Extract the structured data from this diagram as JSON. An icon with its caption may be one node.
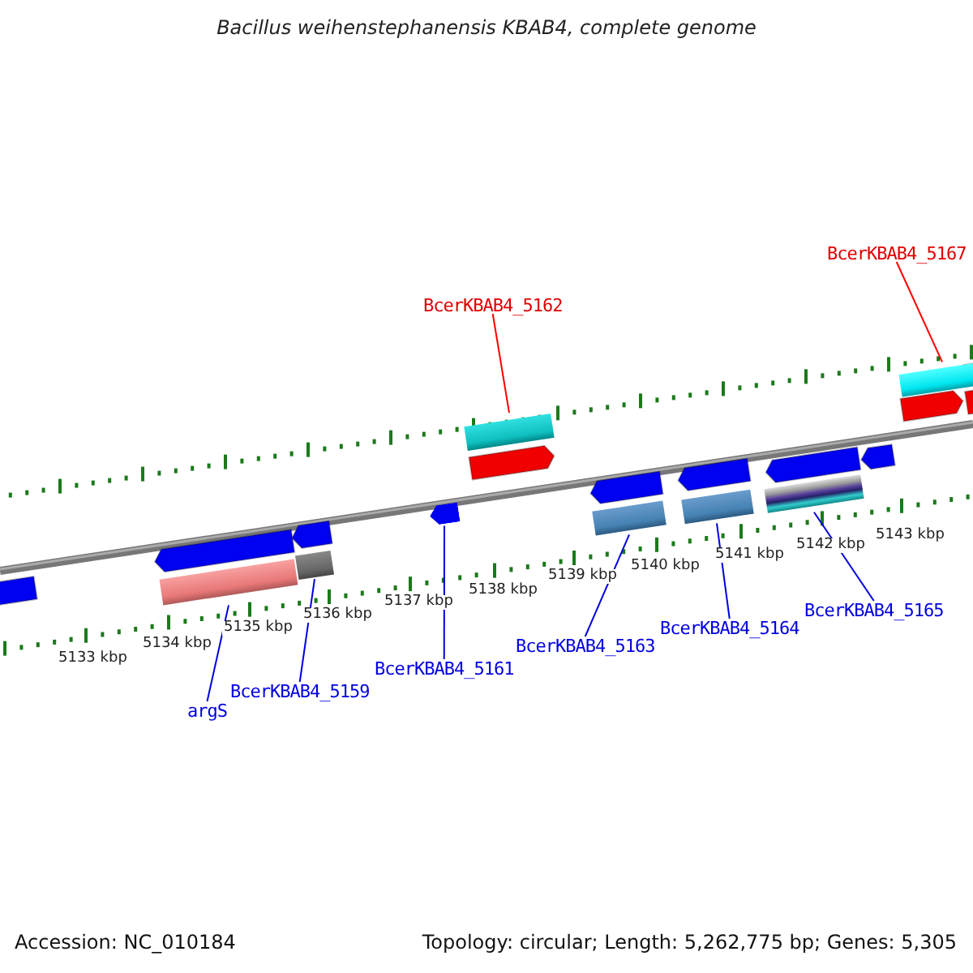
{
  "diagram": {
    "title": "Bacillus weihenstephanensis KBAB4, complete genome",
    "nodes": [
      {
        "text": [
          "BcerKBAB4_5167"
        ]
      },
      {
        "text": [
          "BcerKBAB4_5162"
        ]
      },
      {
        "text": [
          "BcerKBAB4_5165"
        ]
      },
      {
        "text": [
          "BcerKBAB4_5164"
        ]
      },
      {
        "text": [
          "BcerKBAB4_5163"
        ]
      },
      {
        "text": [
          "BcerKBAB4_5161"
        ]
      },
      {
        "text": [
          "BcerKBAB4_5159"
        ]
      },
      {
        "text": [
          "argS"
        ]
      },
      {
        "text": [],
        "shape": "bar"
      },
      {
        "text": [],
        "shape": "bar"
      },
      {
        "text": [],
        "shape": "arrow"
      },
      {
        "text": [],
        "shape": "bar"
      },
      {
        "text": [],
        "shape": "bar"
      },
      {
        "text": [],
        "shape": "bar"
      },
      {
        "text": [],
        "shape": "bar"
      },
      {
        "text": [],
        "shape": "bar"
      }
    ],
    "edges": [
      {
        "from": 0,
        "to": 15,
        "arrow": "none",
        "color": "#ff0000"
      },
      {
        "from": 1,
        "to": 11,
        "arrow": "none",
        "color": "#ff0000"
      },
      {
        "from": 2,
        "to": 14,
        "arrow": "none"
      },
      {
        "from": 3,
        "to": 13,
        "arrow": "none"
      },
      {
        "from": 4,
        "to": 12,
        "arrow": "none"
      },
      {
        "from": 5,
        "to": 10,
        "arrow": "none"
      },
      {
        "from": 6,
        "to": 9,
        "arrow": "none"
      },
      {
        "from": 7,
        "to": 8,
        "arrow": "none"
      }
    ],
    "labels": [
      "5133 kbp",
      "5134 kbp",
      "5135 kbp",
      "5136 kbp",
      "5137 kbp",
      "5138 kbp",
      "5139 kbp",
      "5140 kbp",
      "5141 kbp",
      "5142 kbp",
      "5143 kbp",
      "Accession: NC_010184",
      "Topology: circular; Length: 5,262,775 bp; Genes: 5,305"
    ]
  }
}
